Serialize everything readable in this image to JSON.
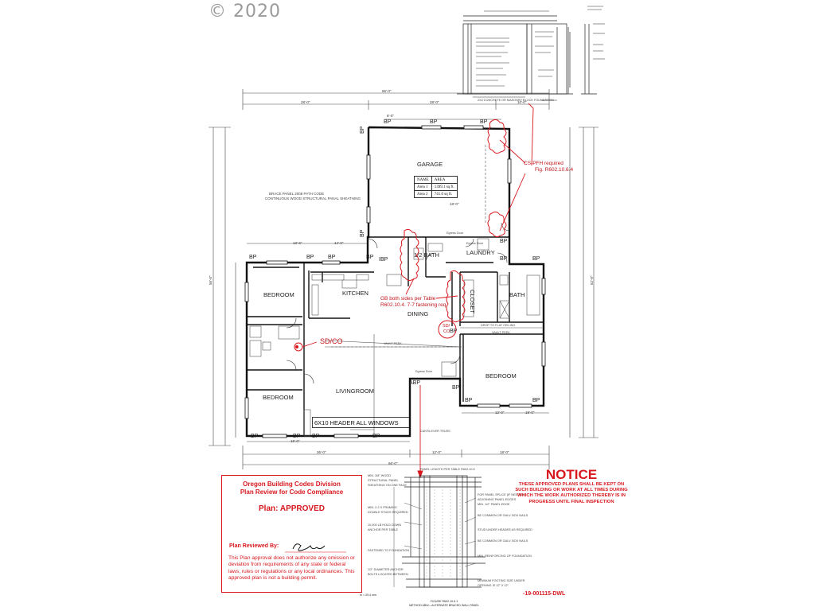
{
  "copyright": "© 2020",
  "rooms": {
    "garage": "GARAGE",
    "bedroom_nw": "BEDROOM",
    "kitchen": "KITCHEN",
    "half_bath": "1/2 BATH",
    "laundry": "LAUNDRY",
    "closet": "CLOSET",
    "bath": "BATH",
    "dining": "DINING",
    "bedroom_east": "BEDROOM",
    "bedroom_sw": "BEDROOM",
    "livingroom": "LIVINGROOM"
  },
  "area_table": {
    "header": [
      "NAME",
      "AREA"
    ],
    "rows": [
      [
        "Area 1",
        "1399.1 sq ft."
      ],
      [
        "Area 2",
        "741.0 sq ft."
      ]
    ]
  },
  "brace_note": [
    "BRACE PANEL 2008 PATH CODE",
    "CONTINUOUS WOOD STRUCTURAL PANAL SHEATHING"
  ],
  "bp_label": "BP",
  "ibp_label": "IBP",
  "abp_label": "ABP",
  "dimensions": {
    "overall_top": "66'-0\"",
    "top_left": "28'-0\"",
    "top_mid": "28'-0\"",
    "top_right": "10'-0\"",
    "overall_bottom": "66'-0\"",
    "bottom_left": "36'-0\"",
    "bottom_mid": "12'-0\"",
    "bottom_right": "18'-0\"",
    "garage_left": "8'-0\"",
    "garage_right": "18'-0\"",
    "left_seg": "13'-6\"",
    "left_seg2": "14'-0\"",
    "side_total_left": "56'-0\"",
    "side_total_right": "52'-0\"",
    "bot_seg": "16'-0\"",
    "east_seg": "12'-0\"",
    "east_seg2": "18'-0\""
  },
  "red_notes": {
    "sdco_main": "SD/CO",
    "sdco_small": [
      "SD/",
      "CO"
    ],
    "cspfh": [
      "CS-PFH required",
      "Fig. R602.10.6.4"
    ],
    "gb": [
      "GB both sides per Table",
      "R602.10.4. 7-7 fastening req."
    ]
  },
  "plan_labels": {
    "egress_door_1": "Egress Door",
    "egress_door_2": "Egress Door",
    "egress_door_3": "Egress Door",
    "vault_peek_1": "VAULT PEEK",
    "vault_peek_2": "VAULT PEEK",
    "drop_flat": "DROP TO FLAT CEILING",
    "header_windows": "6X10 HEADER ALL WINDOWS",
    "cantilever": "CANTILEVER TRUSS",
    "panel_length": "PANEL LENGTH PER TABLE R602.10.5"
  },
  "detail_notes_left": [
    "MIN. 3/8\" WOOD",
    "STRUCTURAL PANEL",
    "SHEATHING ON ONE FACE",
    "MIN. 2-2 X FRAMING",
    "DOUBLE STUDS REQUIRED",
    "10,000 LB HOLD DOWN",
    "ANCHOR PER TABLE",
    "FASTENED TO FOUNDATION",
    "1/2\" DIAMETER ANCHOR",
    "BOLTS LOCATED BETWEEN"
  ],
  "detail_notes_right": [
    "FOR PANEL SPLICE (IF NEEDED)",
    "ADJOINING PANEL EDGES",
    "MIN. 1/2\" PANEL EDGE",
    "BE COMMON OR GALV. BOX NAILS",
    "STUD UNDER HEADER AS REQUIRED",
    "BE COMMON OR GALV. BOX NAILS",
    "MIN. REINFORCING OF FOUNDATION",
    "MINIMUM FOOTING SIZE UNDER",
    "OPENING IS 12\" X 12\""
  ],
  "figure_caption": [
    "FIGURE R602.10.6.1",
    "METHOD ABW—ALTERNATE BRACED WALL PANEL"
  ],
  "scale_text": "In = 25.4 mm",
  "stamp": {
    "title_line1": "Oregon Building Codes Division",
    "title_line2": "Plan Review for Code Compliance",
    "status": "Plan: APPROVED",
    "reviewed_by": "Plan Reviewed By:",
    "disclaimer": "This Plan approval does not authorize any omission or deviation from requirements of any state or federal laws, rules or regulations or any local ordinances. This approved plan is not a building permit."
  },
  "notice": {
    "title": "NOTICE",
    "body": "THESE APPROVED PLANS SHALL BE KEPT ON SUCH BUILDING OR WORK AT ALL TIMES DURING WHICH THE WORK AUTHORIZED THEREBY IS IN PROGRESS UNTIL FINAL INSPECTION"
  },
  "permit_number": "-19-001115-DWL",
  "top_detail_caption": "2X4 CONCRETE OR MASONRY BLOCK FOUNDATION",
  "colors": {
    "red": "#d8181e",
    "line": "#111111",
    "dim_line": "#555555"
  }
}
